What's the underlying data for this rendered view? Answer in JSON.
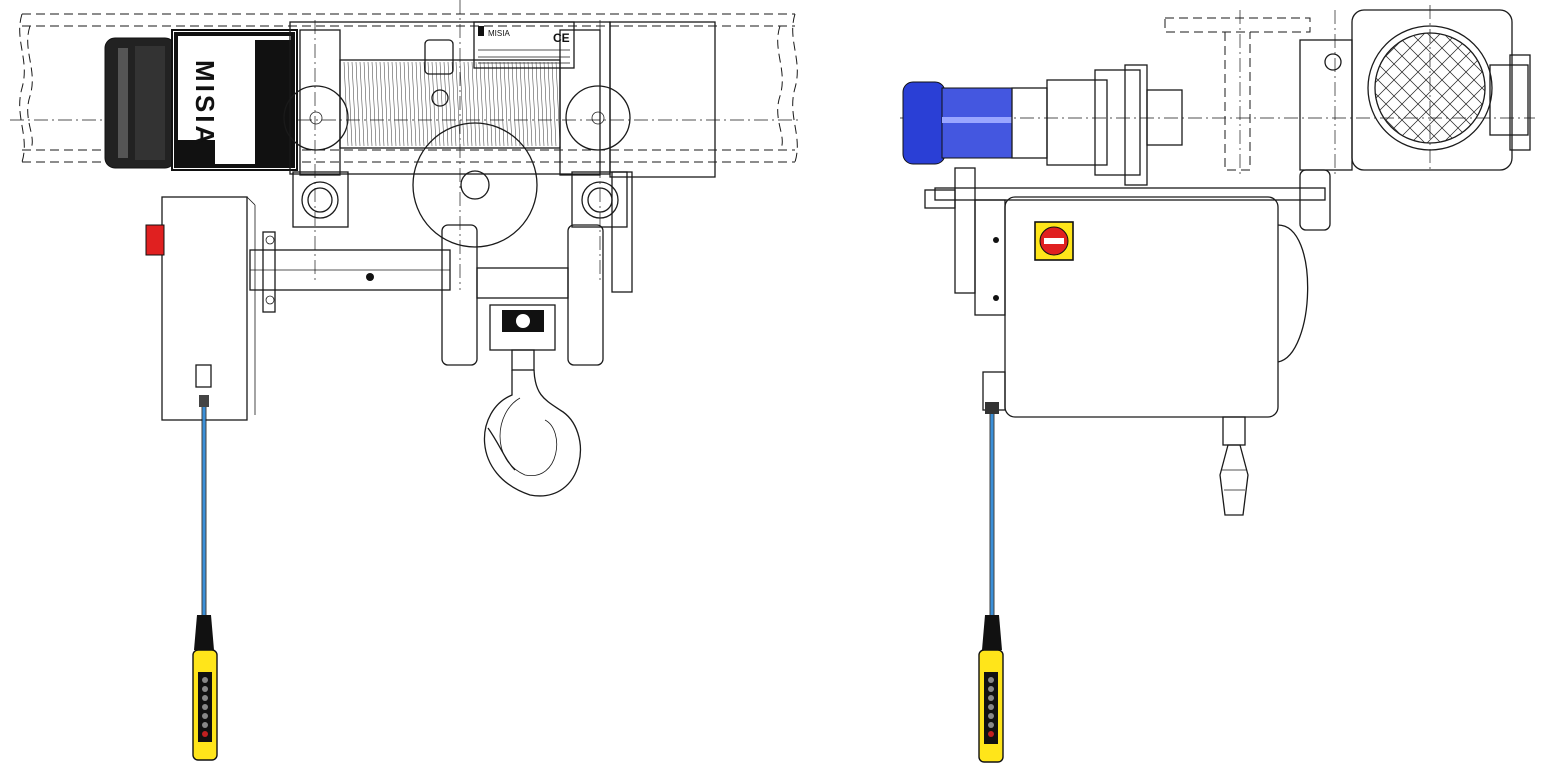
{
  "views": [
    {
      "id": "front",
      "brand_on_motor": "MISIA",
      "nameplate": {
        "brand": "MISIA",
        "mark": "CE"
      },
      "control_box": {
        "stop_button_color": "#e02020"
      },
      "pendant": {
        "body_color": "#ffe51a",
        "cable_color": "#3a8fd8"
      }
    },
    {
      "id": "side",
      "motor_color": "#2a3fd6",
      "main_switch_color": "#ffe51a",
      "pendant": {
        "body_color": "#ffe51a",
        "cable_color": "#3a8fd8"
      }
    }
  ]
}
